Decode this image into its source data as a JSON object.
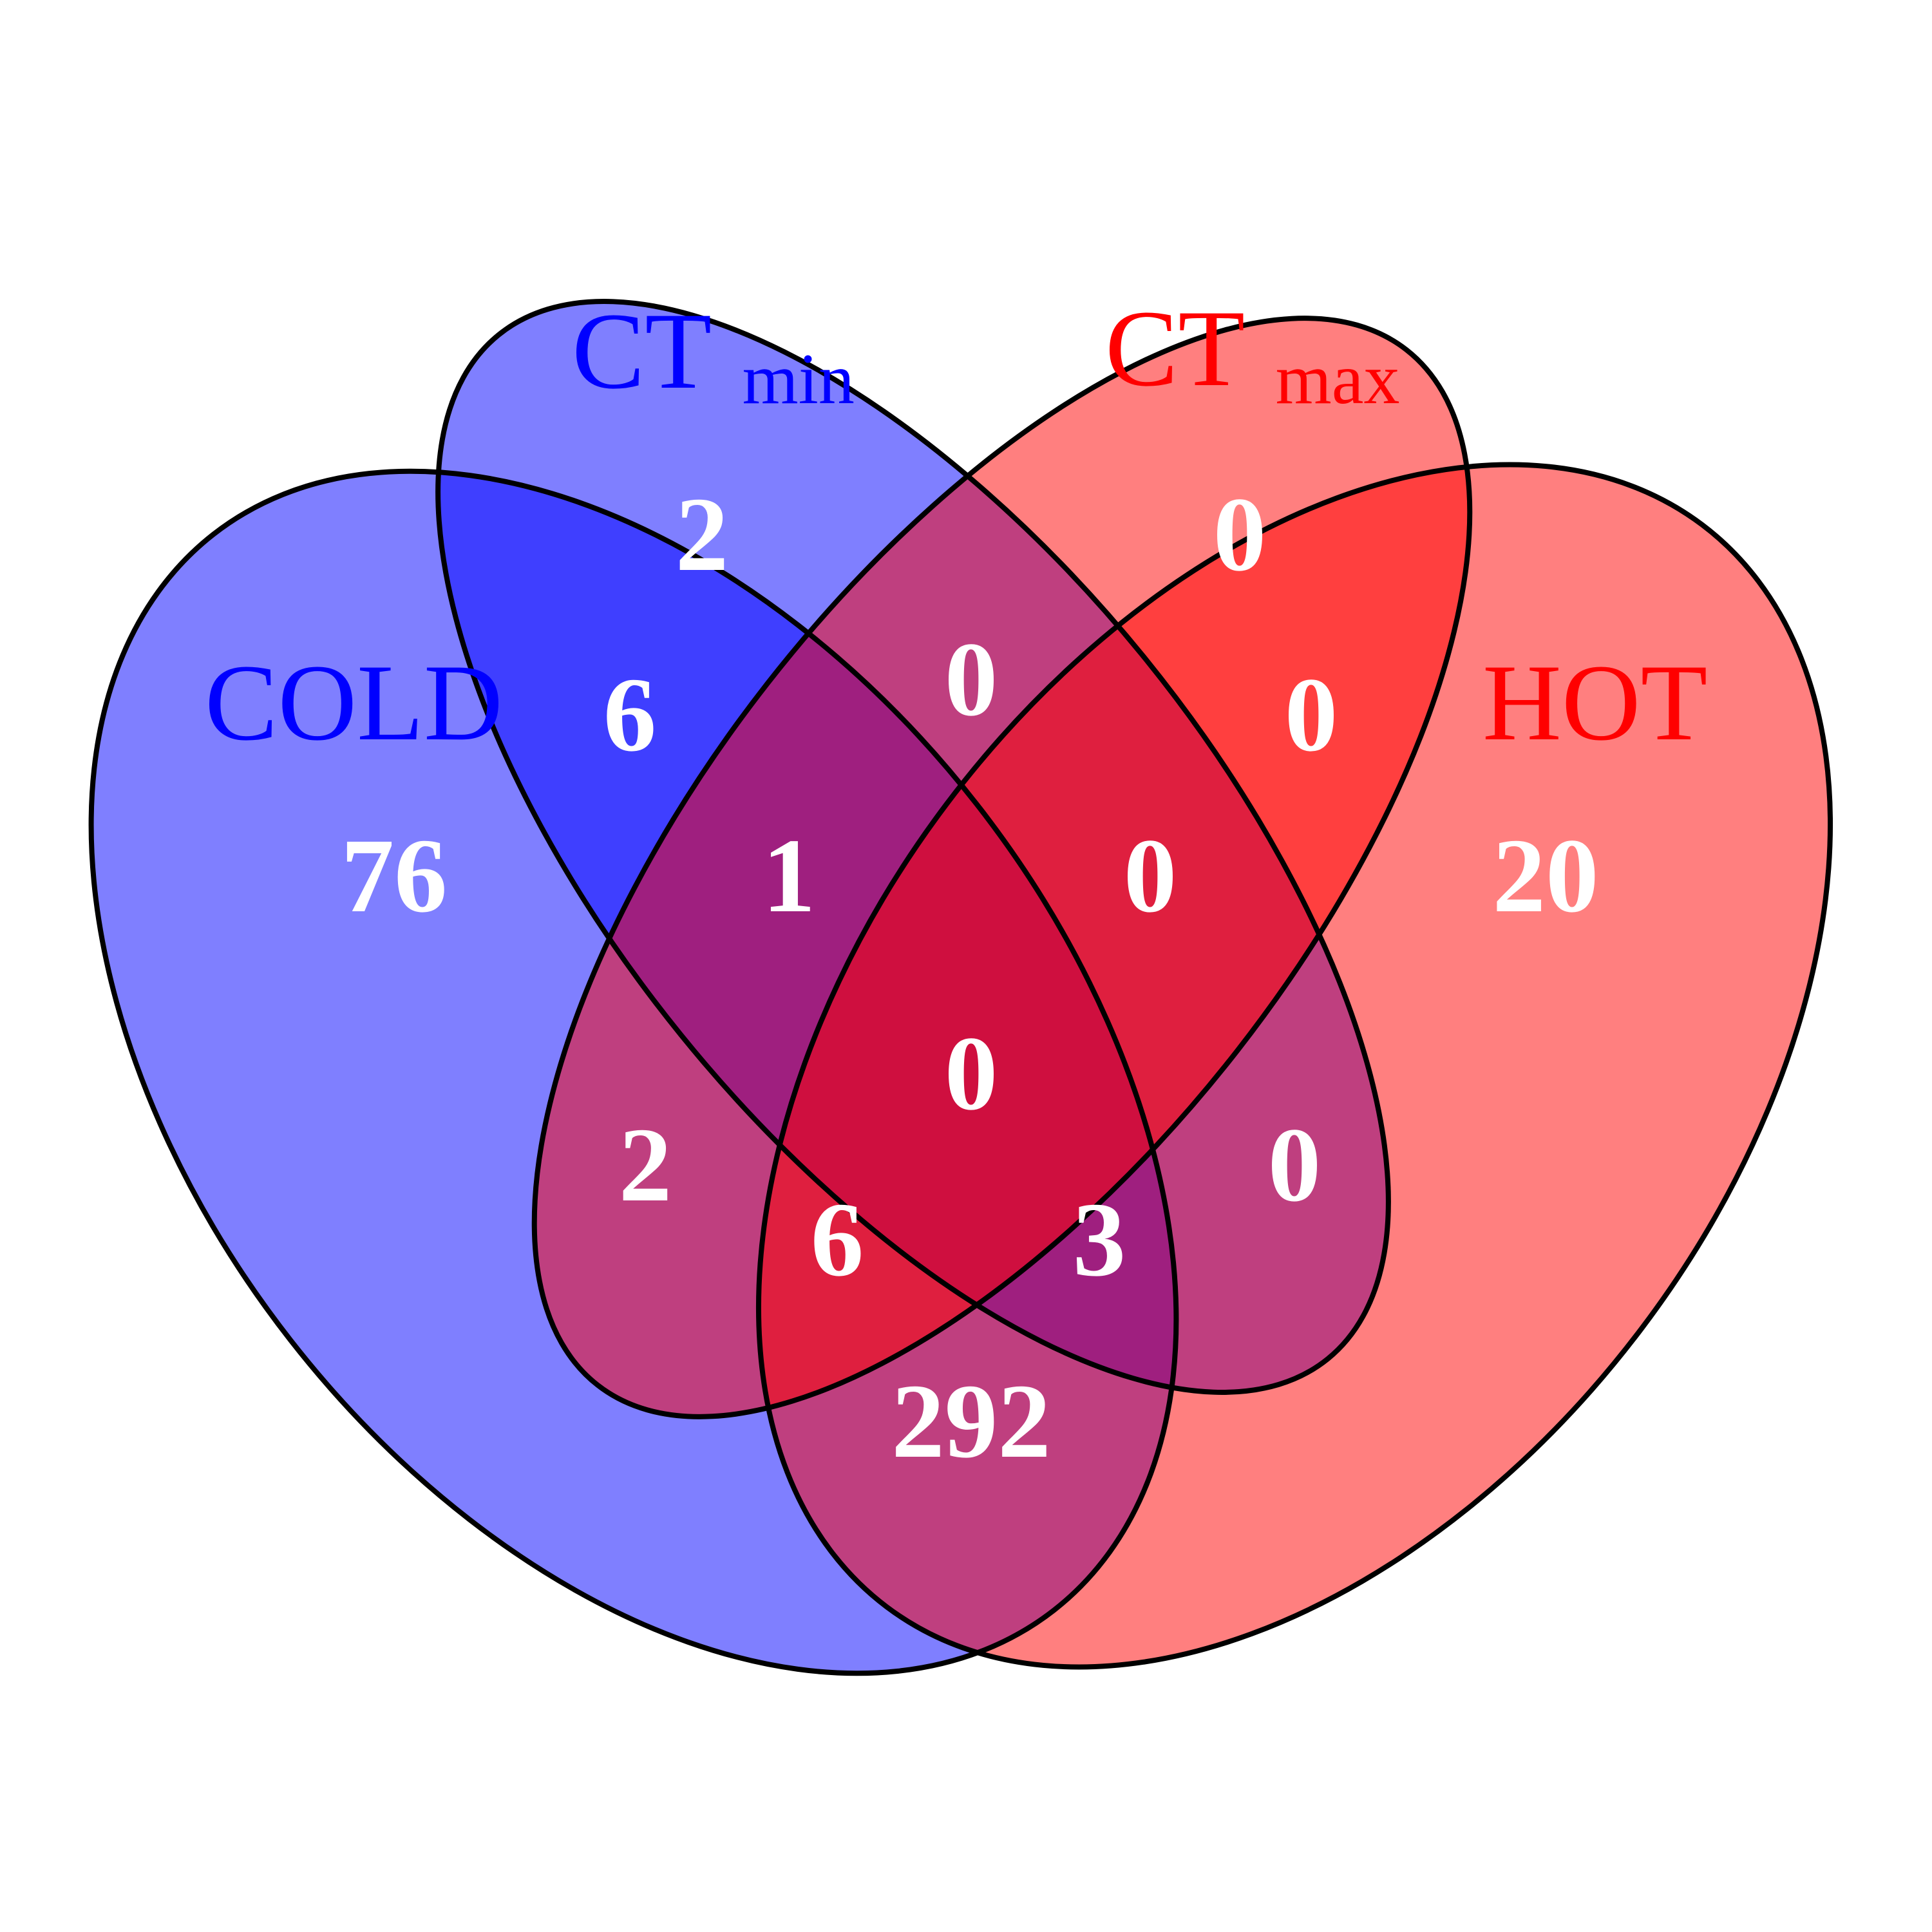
{
  "colors": {
    "cold_fill": "#0000ff",
    "hot_fill": "#ff0000",
    "cold_label": "#0000ff",
    "hot_label": "#ff0000",
    "outline": "#000000",
    "count_text": "#ffffff",
    "background": "#ffffff"
  },
  "sets": {
    "cold": {
      "label": "COLD"
    },
    "ctmin": {
      "label_main": "CT",
      "label_sub": "min"
    },
    "ctmax": {
      "label_main": "CT",
      "label_sub": "max"
    },
    "hot": {
      "label": "HOT"
    }
  },
  "regions": {
    "cold_only": "76",
    "ctmin_only": "2",
    "ctmax_only": "0",
    "hot_only": "20",
    "cold_ctmin": "6",
    "ctmin_ctmax": "0",
    "ctmax_hot": "0",
    "cold_ctmin_ctmax": "1",
    "ctmin_ctmax_hot": "0",
    "cold_ctmax": "2",
    "ctmin_hot": "0",
    "all_four": "0",
    "cold_ctmax_hot": "6",
    "cold_ctmin_hot": "3",
    "cold_hot": "292"
  }
}
